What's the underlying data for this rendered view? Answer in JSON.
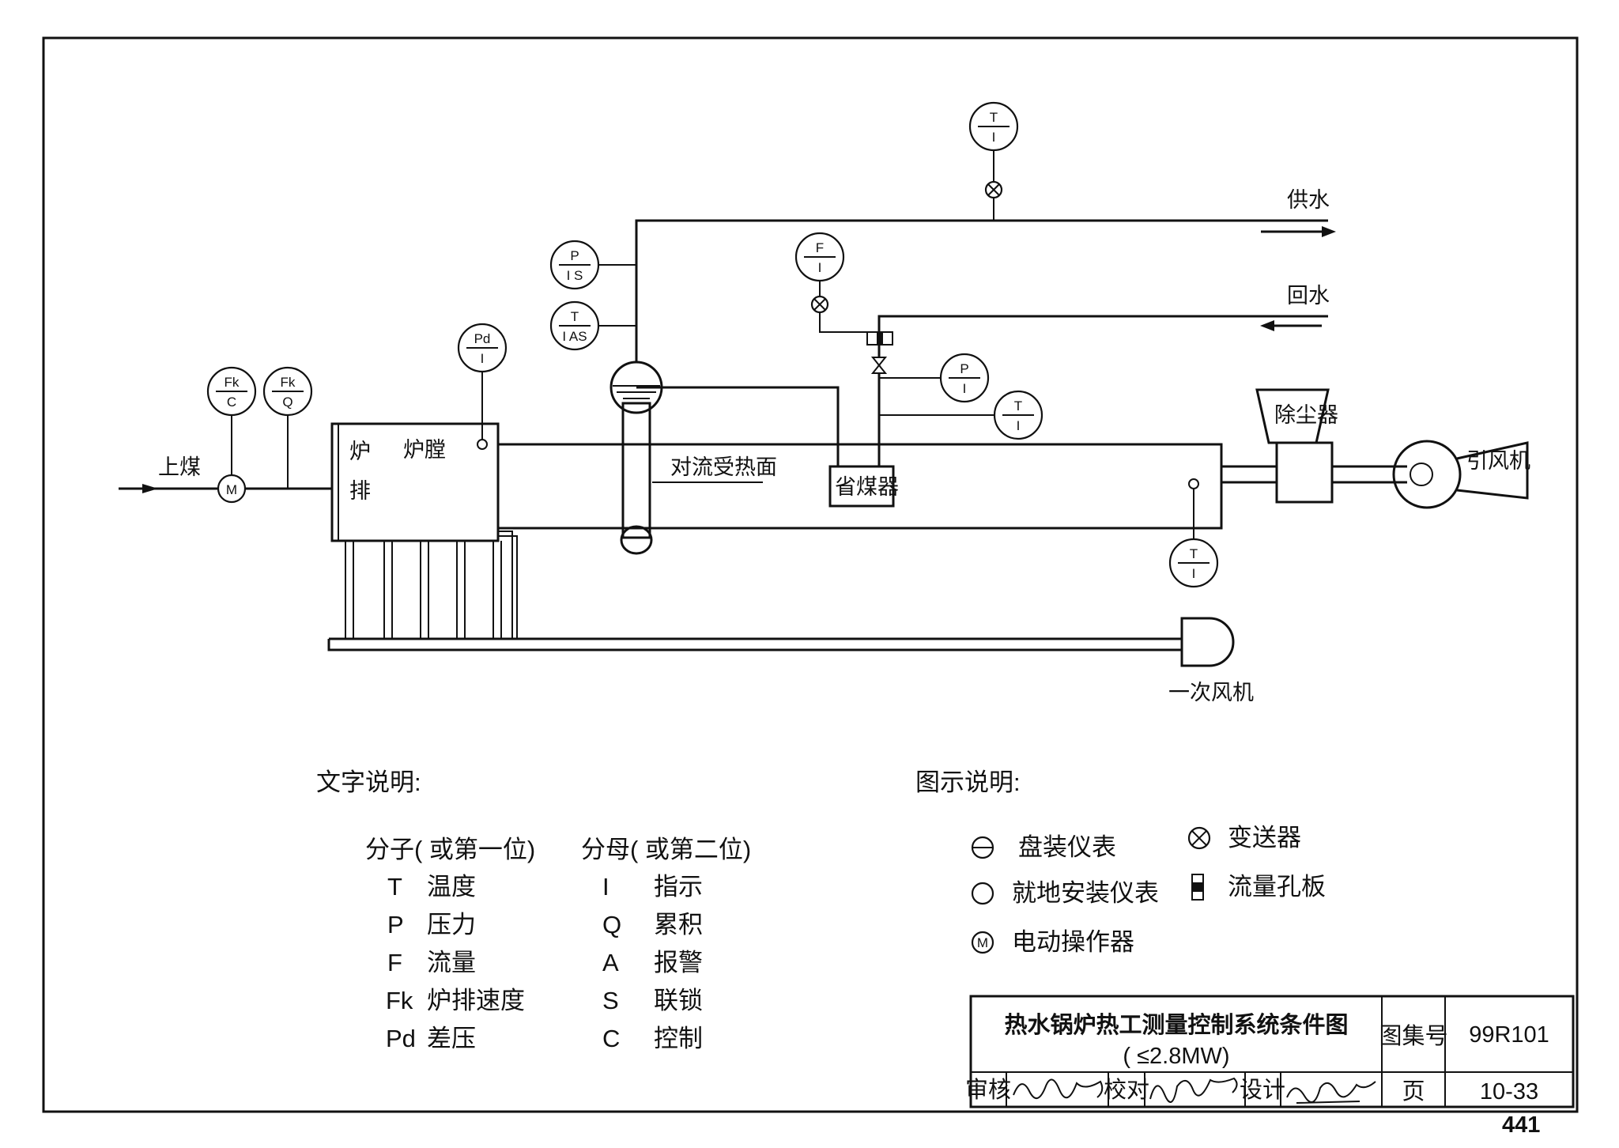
{
  "flow": {
    "supply": "供水",
    "return": "回水",
    "coal_feed": "上煤"
  },
  "equipment": {
    "grate_1": "炉",
    "grate_2": "排",
    "furnace": "炉膛",
    "convection": "对流受热面",
    "economizer": "省煤器",
    "dust_collector": "除尘器",
    "id_fan": "引风机",
    "primary_fan": "一次风机",
    "motor_symbol": "M"
  },
  "instruments": {
    "top_t": {
      "num": "T",
      "den": "I"
    },
    "fi": {
      "num": "F",
      "den": "I"
    },
    "pis": {
      "num": "P",
      "den": "I S"
    },
    "tias": {
      "num": "T",
      "den": "I AS"
    },
    "pdi": {
      "num": "Pd",
      "den": "I"
    },
    "fkc": {
      "num": "Fk",
      "den": "C"
    },
    "fkq": {
      "num": "Fk",
      "den": "Q"
    },
    "eco_p": {
      "num": "P",
      "den": "I"
    },
    "eco_t": {
      "num": "T",
      "den": "I"
    },
    "flue_t": {
      "num": "T",
      "den": "I"
    }
  },
  "text_legend": {
    "title": "文字说明:",
    "col1_header": "分子( 或第一位)",
    "col2_header": "分母( 或第二位)",
    "rows": [
      {
        "code1": "T",
        "desc1": "温度",
        "code2": "I",
        "desc2": "指示"
      },
      {
        "code1": "P",
        "desc1": "压力",
        "code2": "Q",
        "desc2": "累积"
      },
      {
        "code1": "F",
        "desc1": "流量",
        "code2": "A",
        "desc2": "报警"
      },
      {
        "code1": "Fk",
        "desc1": "炉排速度",
        "code2": "S",
        "desc2": "联锁"
      },
      {
        "code1": "Pd",
        "desc1": "差压",
        "code2": "C",
        "desc2": "控制"
      }
    ]
  },
  "symbol_legend": {
    "title": "图示说明:",
    "panel": "盘装仪表",
    "local": "就地安装仪表",
    "actuator": "电动操作器",
    "actuator_symbol": "M",
    "transmitter": "变送器",
    "orifice": "流量孔板"
  },
  "title_block": {
    "title": "热水锅炉热工测量控制系统条件图",
    "subtitle": "( ≤2.8MW)",
    "atlas_label": "图集号",
    "atlas_no": "99R101",
    "review_label": "审核",
    "check_label": "校对",
    "design_label": "设计",
    "page_label": "页",
    "page_no": "10-33",
    "sheet_page": "441"
  }
}
